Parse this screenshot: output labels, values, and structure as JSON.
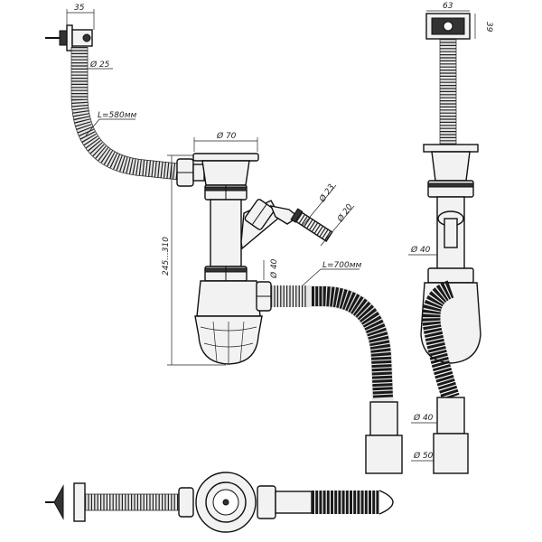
{
  "labels": {
    "plug_width": "35",
    "hose_diameter": "Ø 25",
    "overflow_hose_length": "L=580мм",
    "strainer_diameter": "Ø 70",
    "branch_diameter_outer": "Ø 23",
    "branch_diameter_inner": "Ø 20",
    "height_range": "245...310",
    "outlet_diameter": "Ø 40",
    "outlet_hose_length": "L=700мм",
    "overflow_width": "63",
    "overflow_height": "39",
    "side_outlet_diameter": "Ø 40",
    "side_pipe_diameter_40": "Ø 40",
    "side_pipe_diameter_50": "Ø 50"
  }
}
